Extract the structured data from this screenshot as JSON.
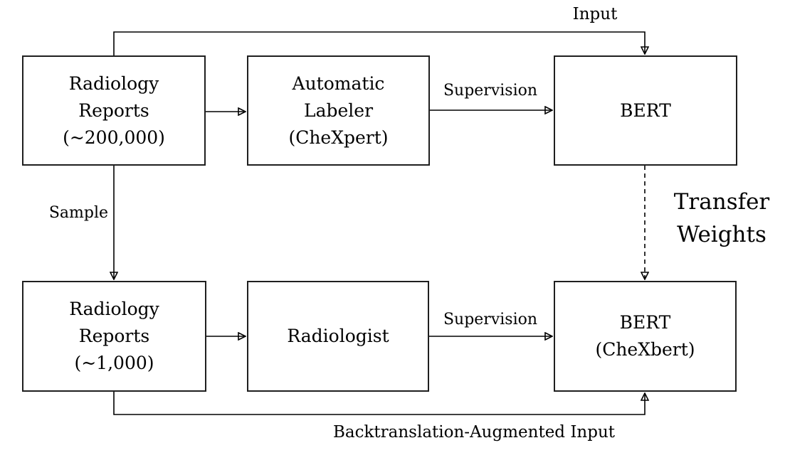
{
  "figure": {
    "colors": {
      "background": "#ffffff",
      "box_border": "#1f1f1f",
      "line": "#000000",
      "text": "#000000"
    },
    "nodes": {
      "reports_200k": {
        "label": "Radiology\nReports\n(~200,000)"
      },
      "automatic_labeler": {
        "label": "Automatic\nLabeler\n(CheXpert)"
      },
      "bert": {
        "label": "BERT"
      },
      "reports_1k": {
        "label": "Radiology\nReports\n(~1,000)"
      },
      "radiologist": {
        "label": "Radiologist"
      },
      "bert_chexbert": {
        "label": "BERT\n(CheXbert)"
      }
    },
    "edge_labels": {
      "input": "Input",
      "supervision_top": "Supervision",
      "sample": "Sample",
      "supervision_bottom": "Supervision",
      "transfer_weights": "Transfer\nWeights",
      "backtranslation": "Backtranslation-Augmented Input"
    }
  }
}
